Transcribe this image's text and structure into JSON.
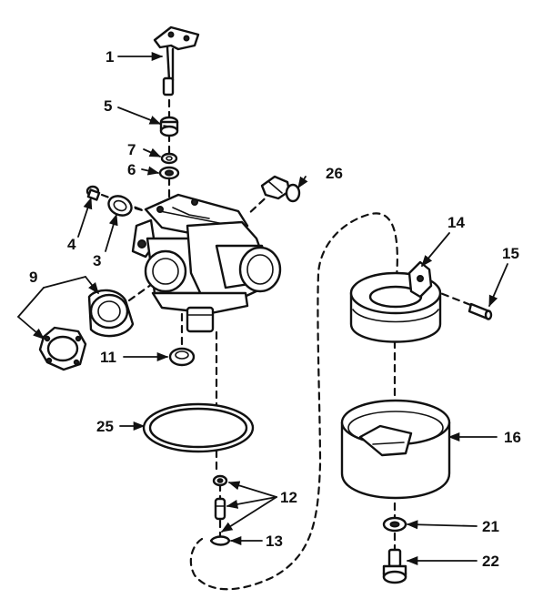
{
  "callouts": {
    "c1": "1",
    "c3": "3",
    "c4": "4",
    "c5": "5",
    "c6": "6",
    "c7": "7",
    "c9": "9",
    "c11": "11",
    "c12": "12",
    "c13": "13",
    "c14": "14",
    "c15": "15",
    "c16": "16",
    "c21": "21",
    "c22": "22",
    "c25": "25",
    "c26": "26"
  }
}
